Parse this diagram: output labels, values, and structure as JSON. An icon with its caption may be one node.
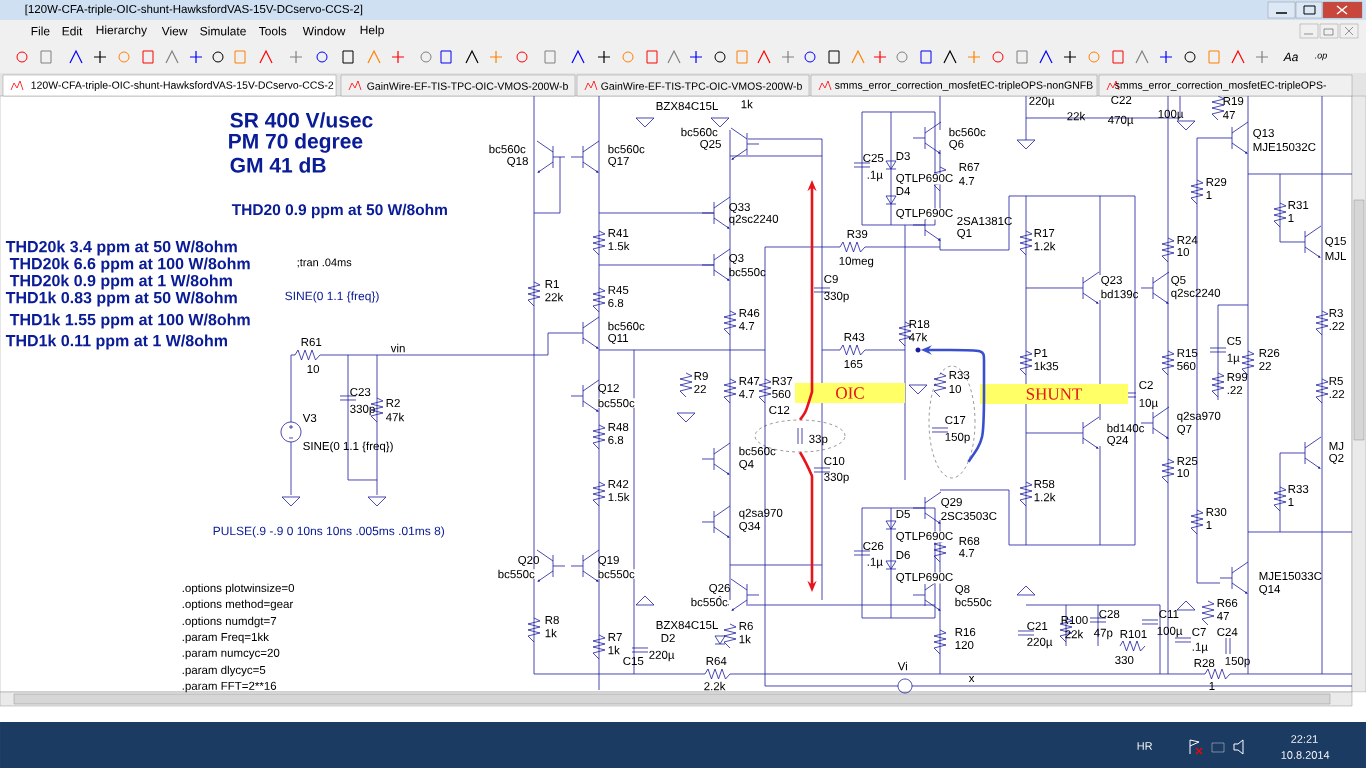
{
  "diagram": {
    "nodes": [
      {
        "text": [
          "OIC"
        ]
      },
      {
        "text": [
          "SHUNT"
        ]
      },
      {
        "text": [],
        "shape": "circle"
      },
      {
        "text": [],
        "shape": "circle"
      },
      {
        "text": [],
        "shape": "circle"
      }
    ],
    "edges": [
      {
        "from": 2,
        "to": null,
        "arrow": "to",
        "color": "#e8141b"
      },
      {
        "from": 2,
        "to": null,
        "arrow": "to",
        "color": "#e8141b"
      },
      {
        "from": 3,
        "to": 4,
        "arrow": "to",
        "color": "#3a4fd0"
      }
    ],
    "labels": [
      "[120W-CFA-triple-OIC-shunt-HawksfordVAS-15V-DCservo-CCS-2]",
      "File",
      "Edit",
      "Hierarchy",
      "View",
      "Simulate",
      "Tools",
      "Window",
      "Help",
      "Aa",
      ".op",
      "120W-CFA-triple-OIC-shunt-HawksfordVAS-15V-DCservo-CCS-2",
      "GainWire-EF-TIS-TPC-OIC-VMOS-200W-b",
      "GainWire-EF-TIS-TPC-OIC-VMOS-200W-b",
      "smms_error_correction_mosfetEC-tripleOPS-nonGNFB",
      "smms_error_correction_mosfetEC-tripleOPS-",
      "SR 400 V/usec",
      "PM  70 degree",
      "GM  41 dB",
      "THD20 0.9 ppm at 50 W/8ohm",
      "THD20k 3.4 ppm at 50 W/8ohm",
      "THD20k 6.6 ppm at 100 W/8ohm",
      ";tran .04ms",
      "THD20k 0.9 ppm at 1 W/8ohm",
      "THD1k 0.83 ppm at 50 W/8ohm",
      "SINE(0 1.1 {freq})",
      "THD1k 1.55 ppm at 100 W/8ohm",
      "THD1k 0.11 ppm at 1 W/8ohm",
      "R61",
      "10",
      "vin",
      "V3",
      "C23",
      "330p",
      "R2",
      "47k",
      "SINE(0 1.1 {freq})",
      "PULSE(.9 -.9 0 10ns 10ns .005ms .01ms 8)",
      ".options plotwinsize=0",
      ".options method=gear",
      ".options numdgt=7",
      ".param Freq=1kk",
      ".param numcyc=20",
      ".param dlycyc=5",
      ".param FFT=2**16",
      "BZX84C15L",
      "1k",
      "220µ",
      "C22",
      "22k",
      "470µ",
      "100µ",
      "R19",
      "47",
      "bc560c",
      "Q18",
      "bc560c",
      "Q17",
      "bc560c",
      "Q25",
      "bc560c",
      "Q6",
      "Q13",
      "MJE15032C",
      "C25",
      ".1µ",
      "D3",
      "QTLP690C",
      "R67",
      "4.7",
      "R29",
      "1",
      "D4",
      "QTLP690C",
      "Q33",
      "q2sc2240",
      "2SA1381C",
      "Q1",
      "R31",
      "1",
      "R41",
      "1.5k",
      "Q3",
      "bc550c",
      "R39",
      "10meg",
      "R17",
      "1.2k",
      "R24",
      "10",
      "Q15",
      "MJL",
      "C9",
      "330p",
      "Q23",
      "bd139c",
      "Q5",
      "q2sc2240",
      "R1",
      "22k",
      "R45",
      "6.8",
      "bc560c",
      "Q11",
      "R46",
      "4.7",
      "R43",
      "165",
      "R18",
      "47k",
      "C5",
      "1µ",
      "R3",
      ".22",
      "P1",
      "1k35",
      "R15",
      "560",
      "R26",
      "22",
      "R9",
      "22",
      "R47",
      "4.7",
      "R37",
      "560",
      "R33",
      "10",
      "R99",
      ".22",
      "R5",
      ".22",
      "C2",
      "10µ",
      "Q12",
      "bc550c",
      "C12",
      "33p",
      "q2sa970",
      "Q7",
      "C17",
      "150p",
      "bd140c",
      "Q24",
      "R48",
      "6.8",
      "MJ",
      "Q2",
      "bc560c",
      "Q4",
      "C10",
      "330p",
      "R25",
      "10",
      "R42",
      "1.5k",
      "q2sa970",
      "Q34",
      "D5",
      "Q29",
      "2SC3503C",
      "R58",
      "1.2k",
      "R30",
      "1",
      "R33",
      "1",
      "QTLP690C",
      "R68",
      "4.7",
      "C26",
      ".1µ",
      "D6",
      "QTLP690C",
      "Q20",
      "bc550c",
      "Q19",
      "bc550c",
      "Q26",
      "bc550c",
      "Q8",
      "bc550c",
      "MJE15033C",
      "Q14",
      "R8",
      "BZX84C15L",
      "R6",
      "C21",
      "R100",
      "C28",
      "C11",
      "R66",
      "47",
      "1k",
      "R7",
      "D2",
      "1k",
      "R16",
      "22k",
      "47p",
      "R101",
      "100µ",
      "C7",
      "C24",
      "1k",
      "120",
      "220µ",
      ".1µ",
      "C15",
      "220µ",
      "R64",
      "Vi",
      "330",
      "R28",
      "150p",
      "2.2k",
      "x",
      "1",
      "HR",
      "22:21",
      "10.8.2014"
    ]
  }
}
